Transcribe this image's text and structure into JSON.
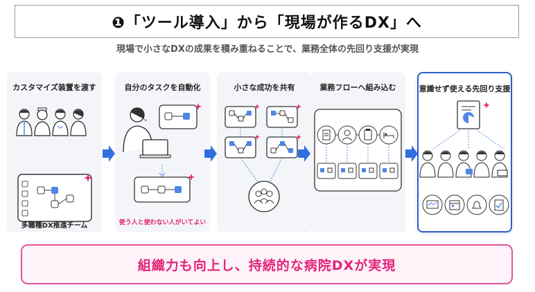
{
  "header": {
    "title": "❶「ツール導入」から「現場が作るDX」へ",
    "subtitle": "現場で小さなDXの成果を積み重ねることで、業務全体の先回り支援が実現"
  },
  "steps": [
    {
      "title": "カスタマイズ装置を渡す",
      "caption": "多職種DX推進チーム"
    },
    {
      "title": "自分のタスクを自動化",
      "caption": "使う人と使わない人がいてよい"
    },
    {
      "title": "小さな成功を共有"
    },
    {
      "title": "業務フローへ組み込む"
    },
    {
      "title": "意識せず使える先回り支援"
    }
  ],
  "conclusion": "組織力も向上し、持続的な病院DXが実現",
  "colors": {
    "accent_blue": "#2f6fe0",
    "node_blue": "#4f86e8",
    "pink": "#e3237a",
    "step_bg": "#f4f5f8"
  },
  "icons": [
    "doctor-icon",
    "nurse-icon",
    "laptop-icon",
    "flow-card-icon",
    "group-icon",
    "document-icon",
    "person-icon",
    "clipboard-icon",
    "bed-icon",
    "report-icon",
    "monitor-icon",
    "calendar-icon",
    "bell-icon",
    "checklist-icon",
    "sparkle-icon",
    "arrow-right-icon"
  ]
}
